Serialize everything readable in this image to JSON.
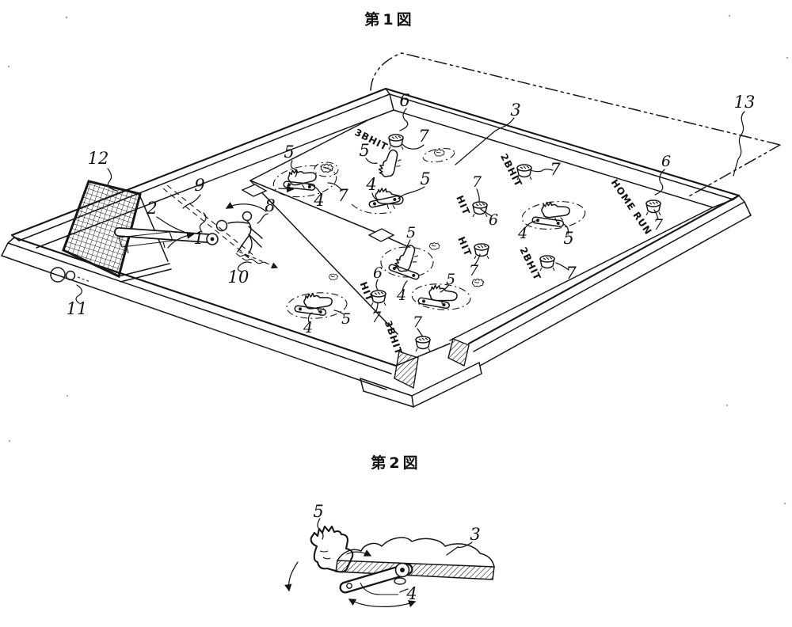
{
  "meta": {
    "ink_color": "#161616",
    "paper_color": "#ffffff",
    "drawing_type": "patent-line-drawing"
  },
  "figure1": {
    "title": "第1図",
    "ref_labels": [
      {
        "text": "12"
      },
      {
        "text": "9"
      },
      {
        "text": "2"
      },
      {
        "text": "8"
      },
      {
        "text": "1"
      },
      {
        "text": "10"
      },
      {
        "text": "11"
      },
      {
        "text": "6"
      },
      {
        "text": "3"
      },
      {
        "text": "13"
      },
      {
        "text": "5"
      },
      {
        "text": "4"
      },
      {
        "text": "7"
      },
      {
        "text": "5"
      },
      {
        "text": "4"
      },
      {
        "text": "7"
      },
      {
        "text": "5"
      },
      {
        "text": "7"
      },
      {
        "text": "6"
      },
      {
        "text": "7"
      },
      {
        "text": "4"
      },
      {
        "text": "5"
      },
      {
        "text": "7"
      },
      {
        "text": "7"
      },
      {
        "text": "5"
      },
      {
        "text": "4"
      },
      {
        "text": "5"
      },
      {
        "text": "6"
      },
      {
        "text": "7"
      },
      {
        "text": "5"
      },
      {
        "text": "4"
      },
      {
        "text": "7"
      },
      {
        "text": "6"
      },
      {
        "text": "7"
      }
    ],
    "field_labels": [
      {
        "text": "3BHIT"
      },
      {
        "text": "2BHIT"
      },
      {
        "text": "HIT"
      },
      {
        "text": "HIT"
      },
      {
        "text": "2BHIT"
      },
      {
        "text": "HIT"
      },
      {
        "text": "3BHIT"
      },
      {
        "text": "HOME RUN"
      }
    ]
  },
  "figure2": {
    "title": "第2図",
    "ref_labels": [
      {
        "text": "5"
      },
      {
        "text": "3"
      },
      {
        "text": "4"
      }
    ]
  }
}
